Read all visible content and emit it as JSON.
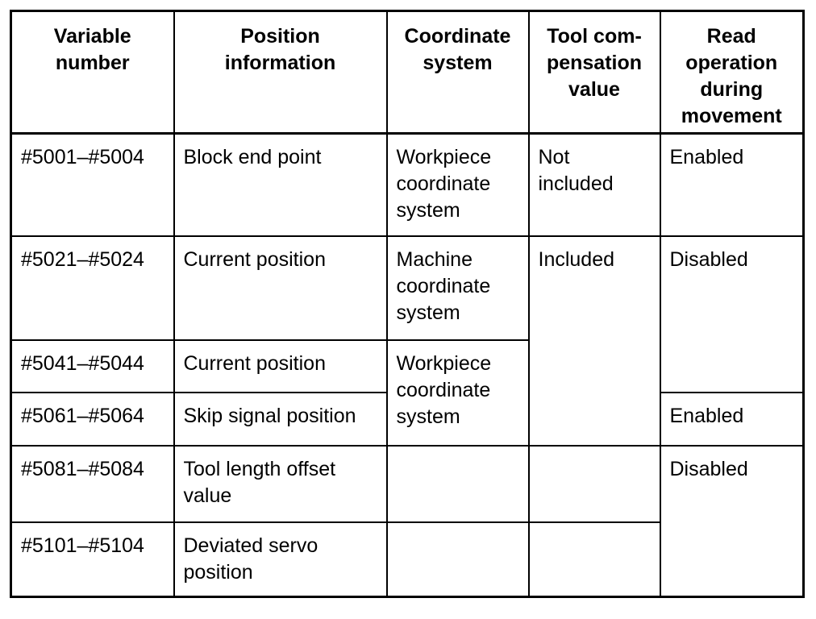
{
  "table": {
    "headers": [
      "Variable\nnumber",
      "Position\ninformation",
      "Coordinate\nsystem",
      "Tool com-\npensation\nvalue",
      "Read\noperation\nduring\nmovement"
    ],
    "rows": [
      {
        "variable_number": "#5001–#5004",
        "position_information": "Block end point",
        "coordinate_system": "Workpiece coordinate system",
        "tool_compensation_value": "Not included",
        "read_during_movement": "Enabled"
      },
      {
        "variable_number": "#5021–#5024",
        "position_information": "Current position",
        "coordinate_system": "Machine coordinate system",
        "tool_compensation_value": "Included",
        "read_during_movement": "Disabled"
      },
      {
        "variable_number": "#5041–#5044",
        "position_information": "Current position",
        "coordinate_system": "Workpiece coordinate system",
        "tool_compensation_value": "Included",
        "read_during_movement": "Disabled"
      },
      {
        "variable_number": "#5061–#5064",
        "position_information": "Skip signal position",
        "coordinate_system": "Workpiece coordinate system",
        "tool_compensation_value": "Included",
        "read_during_movement": "Enabled"
      },
      {
        "variable_number": "#5081–#5084",
        "position_information": "Tool length offset value",
        "coordinate_system": "",
        "tool_compensation_value": "",
        "read_during_movement": "Disabled"
      },
      {
        "variable_number": "#5101–#5104",
        "position_information": "Deviated servo position",
        "coordinate_system": "",
        "tool_compensation_value": "",
        "read_during_movement": "Disabled"
      }
    ],
    "display": {
      "r1": {
        "coord": "Workpiece\ncoordinate\nsystem",
        "tool": "Not\nincluded",
        "read": "Enabled"
      },
      "r2": {
        "coord": "Machine\ncoordinate\nsystem",
        "tool": "Included",
        "read": "Disabled"
      },
      "r3": {
        "coord": "Workpiece\ncoordinate\nsystem"
      },
      "r4": {
        "read": "Enabled"
      },
      "r5": {
        "pos": "Tool length offset\nvalue",
        "read": "Disabled"
      },
      "r6": {
        "pos": "Deviated servo\nposition"
      }
    }
  }
}
